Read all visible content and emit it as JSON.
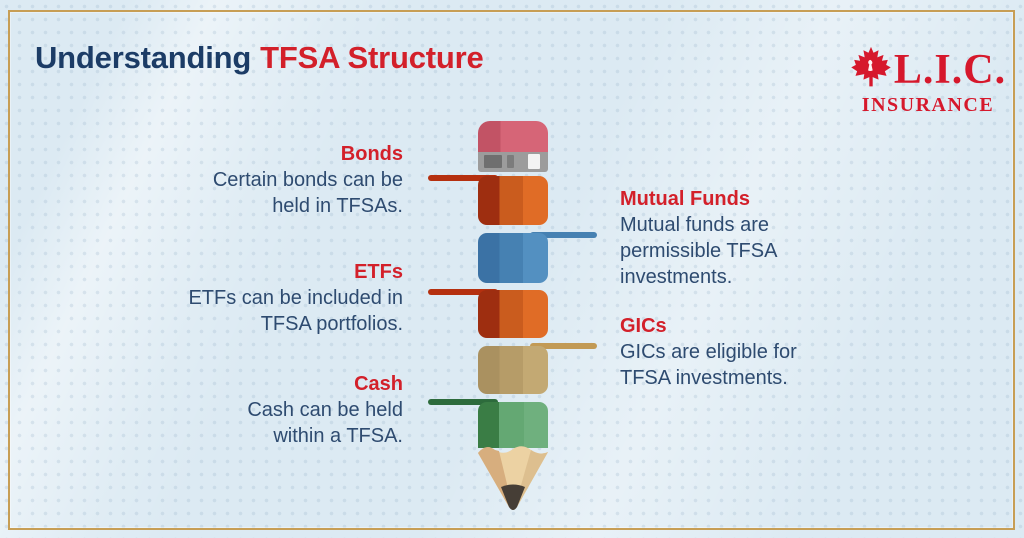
{
  "title": {
    "prefix": "Understanding",
    "highlight": "TFSA Structure"
  },
  "logo": {
    "brand": "L.I.C.",
    "tagline": "INSURANCE",
    "icon": "maple-leaf-icon"
  },
  "items": [
    {
      "id": "bonds",
      "label": "Bonds",
      "description": "Certain bonds can be held in TFSAs.",
      "side": "left",
      "connector_color": "#b5300f"
    },
    {
      "id": "mutual-funds",
      "label": "Mutual Funds",
      "description": "Mutual funds are permissible TFSA investments.",
      "side": "right",
      "connector_color": "#4681b2"
    },
    {
      "id": "etfs",
      "label": "ETFs",
      "description": "ETFs can be included in TFSA portfolios.",
      "side": "left",
      "connector_color": "#b5300f"
    },
    {
      "id": "gics",
      "label": "GICs",
      "description": "GICs are eligible for TFSA investments.",
      "side": "right",
      "connector_color": "#c29a55"
    },
    {
      "id": "cash",
      "label": "Cash",
      "description": "Cash can be held within a TFSA.",
      "side": "left",
      "connector_color": "#2d6b3c"
    }
  ],
  "pencil": {
    "segments": [
      {
        "name": "eraser",
        "color": "#d66577"
      },
      {
        "name": "ferrule",
        "color": "#9c9c9c"
      },
      {
        "name": "bonds",
        "color": "#ca5c1e"
      },
      {
        "name": "mutual-funds",
        "color": "#4681b2"
      },
      {
        "name": "etfs",
        "color": "#ca5c1e"
      },
      {
        "name": "gics",
        "color": "#b69c68"
      },
      {
        "name": "cash",
        "color": "#64a873"
      },
      {
        "name": "wood-tip",
        "color": "#ecd2a3"
      }
    ]
  },
  "colors": {
    "background": "#dceaf3",
    "border_gold": "#c79e55",
    "title_navy": "#1c3c66",
    "heading_red": "#d3202a",
    "body_text": "#2e4b70",
    "logo_red": "#d6182c"
  }
}
